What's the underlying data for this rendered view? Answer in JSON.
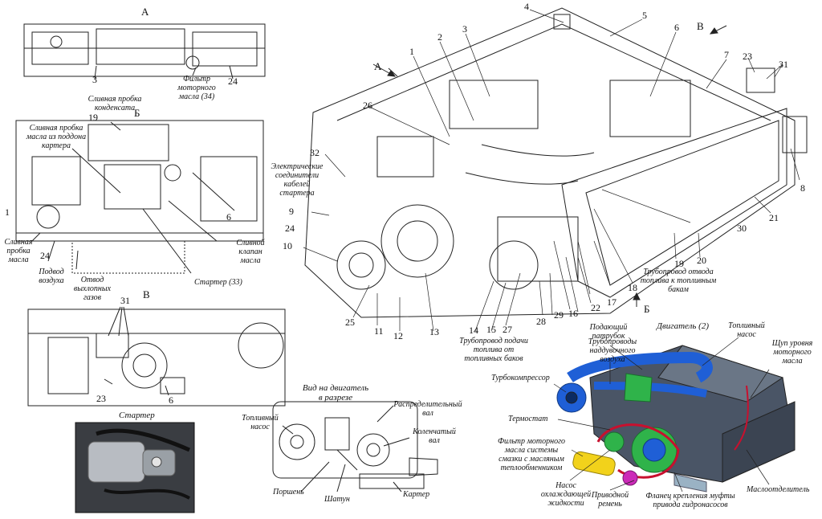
{
  "views": {
    "a": "А",
    "b": "Б",
    "v": "В"
  },
  "titles": {
    "starter": "Стартер",
    "section": "Вид на двигатель\nв разрезе",
    "engine": "Двигатель (2)"
  },
  "labels": {
    "oil_filter": "Фильтр\nмоторного\nмасла (34)",
    "condensate_plug": "Сливная пробка\nконденсата",
    "sump_plug": "Сливная пробка\nмасла из поддона\nкартера",
    "oil_plug": "Сливная\nпробка\nмасла",
    "air_intake": "Подвод\nвоздуха",
    "exhaust": "Отвод\nвыхлопных\nгазов",
    "starter33": "Стартер (33)",
    "drain_valve": "Сливной\nклапан\nмасла",
    "starter_cables": "Электрические\nсоединители\nкабелей\nстартера",
    "fuel_return": "Трубопровод отвода\nтоплива к топливным\nбакам",
    "fuel_supply": "Трубопровод подачи\nтоплива от\nтопливных баков",
    "sec_fuel_pump": "Топливный\nнасос",
    "camshaft": "Распределительный\nвал",
    "crankshaft": "Коленчатый\nвал",
    "piston": "Поршень",
    "conrod": "Шатун",
    "crankcase": "Картер",
    "inlet_pipe": "Подающий\nпатрубок",
    "e_fuel_pump": "Топливный\nнасос",
    "dipstick": "Щуп уровня\nмоторного\nмасла",
    "boost_pipes": "Трубопроводы\nнаддувочного\nвоздуха",
    "turbo": "Турбокомпрессор",
    "thermostat": "Термостат",
    "oil_filter_hx": "Фильтр моторного\nмасла системы\nсмазки с масляным\nтеплообменником",
    "coolant_pump": "Насос\nохлаждающей\nжидкости",
    "belt": "Приводной\nремень",
    "flange": "Фланец крепления муфты\nпривода гидронасосов",
    "separator": "Маслоотделитель"
  },
  "callouts": {
    "a3": "3",
    "a24": "24",
    "b19": "19",
    "b1": "1",
    "b24": "24",
    "b6": "6",
    "v31": "31",
    "v23": "23",
    "v6": "6",
    "m1": "1",
    "m2": "2",
    "m3": "3",
    "m4": "4",
    "m5": "5",
    "m6": "6",
    "m7": "7",
    "m8": "8",
    "m9": "9",
    "m10": "10",
    "m11": "11",
    "m12": "12",
    "m13": "13",
    "m14": "14",
    "m15": "15",
    "m16": "16",
    "m17": "17",
    "m18": "18",
    "m19": "19",
    "m20": "20",
    "m21": "21",
    "m22": "22",
    "m23": "23",
    "m24": "24",
    "m25": "25",
    "m26": "26",
    "m27": "27",
    "m28": "28",
    "m29": "29",
    "m30": "30",
    "m31": "31",
    "m32": "32"
  },
  "colors": {
    "turbo_blue": "#1f5fd6",
    "belt_red": "#c8102e",
    "thermostat_green": "#2fb34a",
    "filter_yellow": "#f2d21b",
    "pump_magenta": "#cc2ab8",
    "block_grey": "#4a5566"
  }
}
